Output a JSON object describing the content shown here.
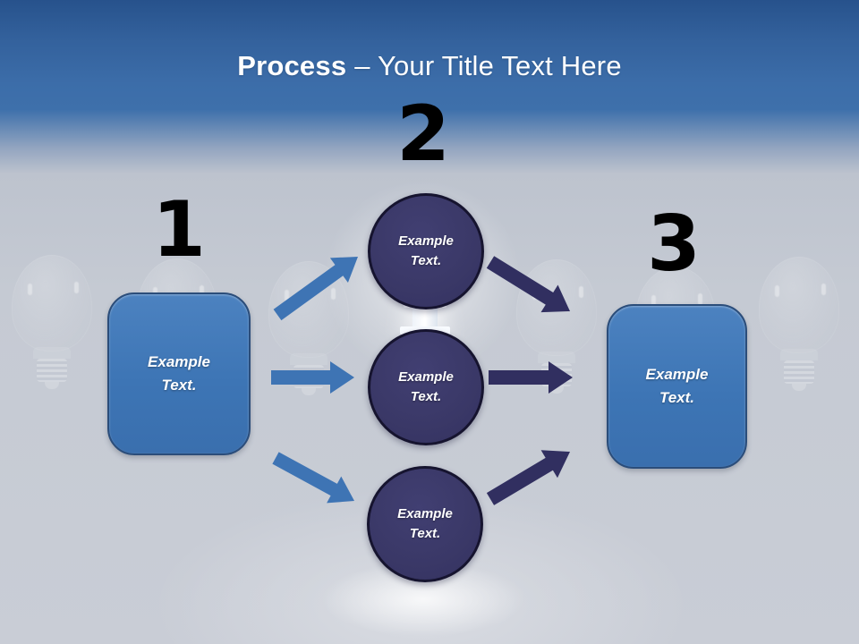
{
  "slide": {
    "title": {
      "emphasis": "Process",
      "remainder": "– Your Title Text Here"
    }
  },
  "process": {
    "step1": {
      "number": "1",
      "label": "Example Text."
    },
    "step2": {
      "number": "2",
      "items": [
        {
          "label": "Example Text."
        },
        {
          "label": "Example Text."
        },
        {
          "label": "Example Text."
        }
      ]
    },
    "step3": {
      "number": "3",
      "label": "Example Text."
    }
  },
  "colors": {
    "header-blue-top": "#27528C",
    "header-blue": "#3C6DA9",
    "canvas-gray": "#C5CAD3",
    "accent-blue": "#3E74B4",
    "dark-arrow": "#312F60",
    "box-fill": "#3D75B5",
    "box-border": "#2B4D7A",
    "circle-fill": "#3A3867",
    "circle-border": "#16142F",
    "number-color": "#000000",
    "text-white": "#FFFFFF"
  }
}
